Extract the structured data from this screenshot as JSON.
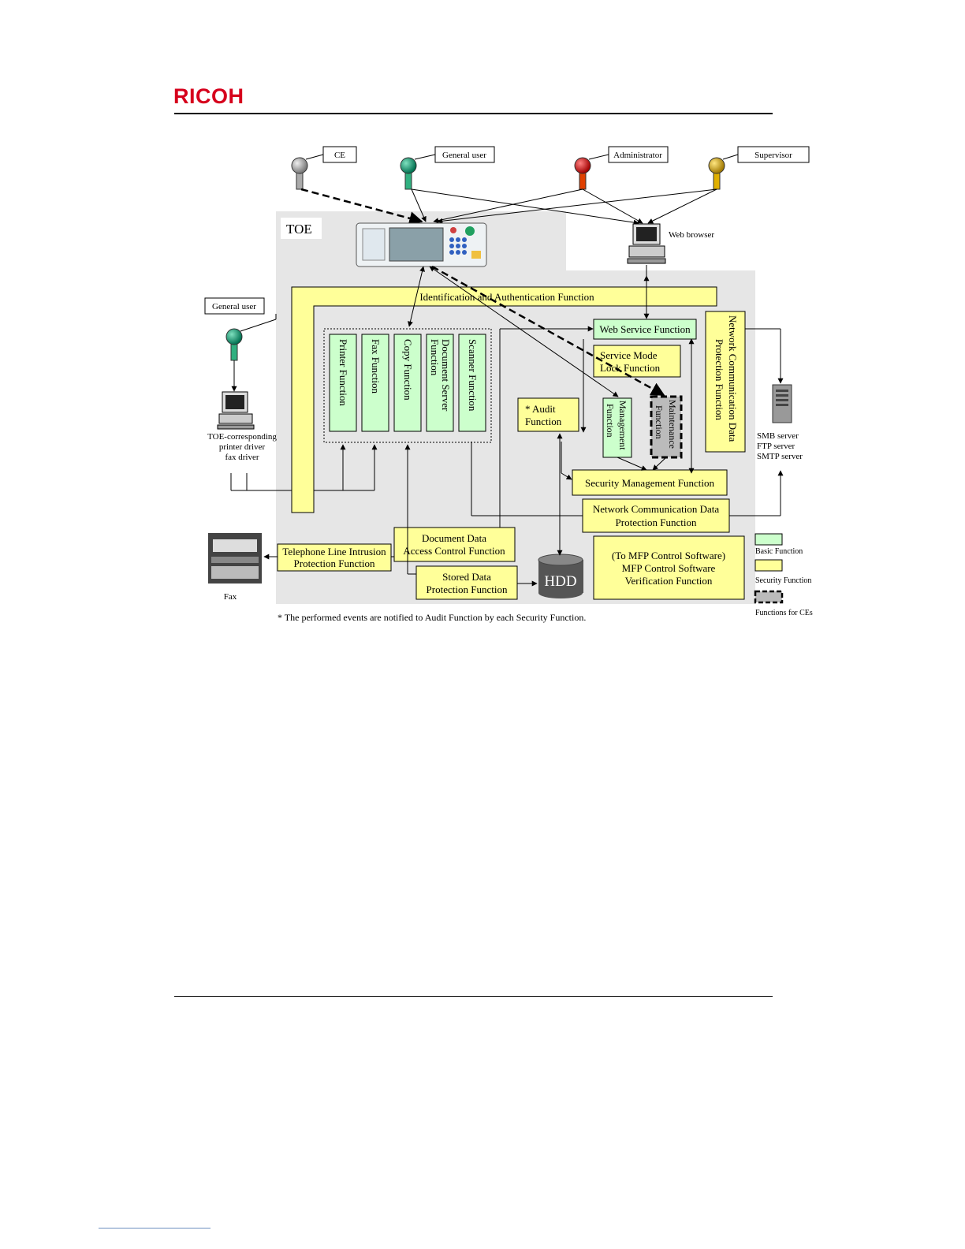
{
  "header": {
    "logo": "RICOH"
  },
  "diagram": {
    "actors": {
      "ce": "CE",
      "general_user": "General user",
      "administrator": "Administrator",
      "supervisor": "Supervisor",
      "general_user_left": "General user"
    },
    "toe_label": "TOE",
    "web_browser": "Web browser",
    "ident_auth": "Identification and Authentication Function",
    "basic_functions": [
      "Printer Function",
      "Fax Function",
      "Copy Function",
      "Document Server Function",
      "Scanner Function"
    ],
    "web_service": "Web Service Function",
    "service_mode_lock": [
      "Service Mode",
      "Lock Function"
    ],
    "network_comm_vertical": [
      "Network Communication Data",
      "Protection Function"
    ],
    "audit": [
      "* Audit",
      "Function"
    ],
    "management": [
      "Management",
      "Function"
    ],
    "maintenance": [
      "Maintenance",
      "Function"
    ],
    "security_mgmt": "Security Management Function",
    "network_comm_bottom": [
      "Network Communication Data",
      "Protection Function"
    ],
    "doc_data_access": [
      "Document Data",
      "Access Control Function"
    ],
    "stored_data": [
      "Stored Data",
      "Protection Function"
    ],
    "hdd": "HDD",
    "mfp_verification": [
      "(To MFP Control Software)",
      "MFP Control Software",
      "Verification Function"
    ],
    "telephone_line": [
      "Telephone Line Intrusion",
      "Protection Function"
    ],
    "fax": "Fax",
    "printer_driver": [
      "TOE-corresponding",
      "printer driver",
      "fax driver"
    ],
    "servers": [
      "SMB server",
      "FTP server",
      "SMTP server"
    ],
    "legend": {
      "basic": "Basic Function",
      "security": "Security Function",
      "ce": "Functions for CEs"
    },
    "footnote": "* The performed events are notified to Audit Function by each Security Function."
  },
  "colors": {
    "basic": "#ccffcc",
    "security": "#ffff99",
    "toe_bg": "#e8e8e8",
    "ce": "#999999",
    "general_user": "#00a070",
    "administrator": "#e00000",
    "supervisor": "#e0b000"
  }
}
